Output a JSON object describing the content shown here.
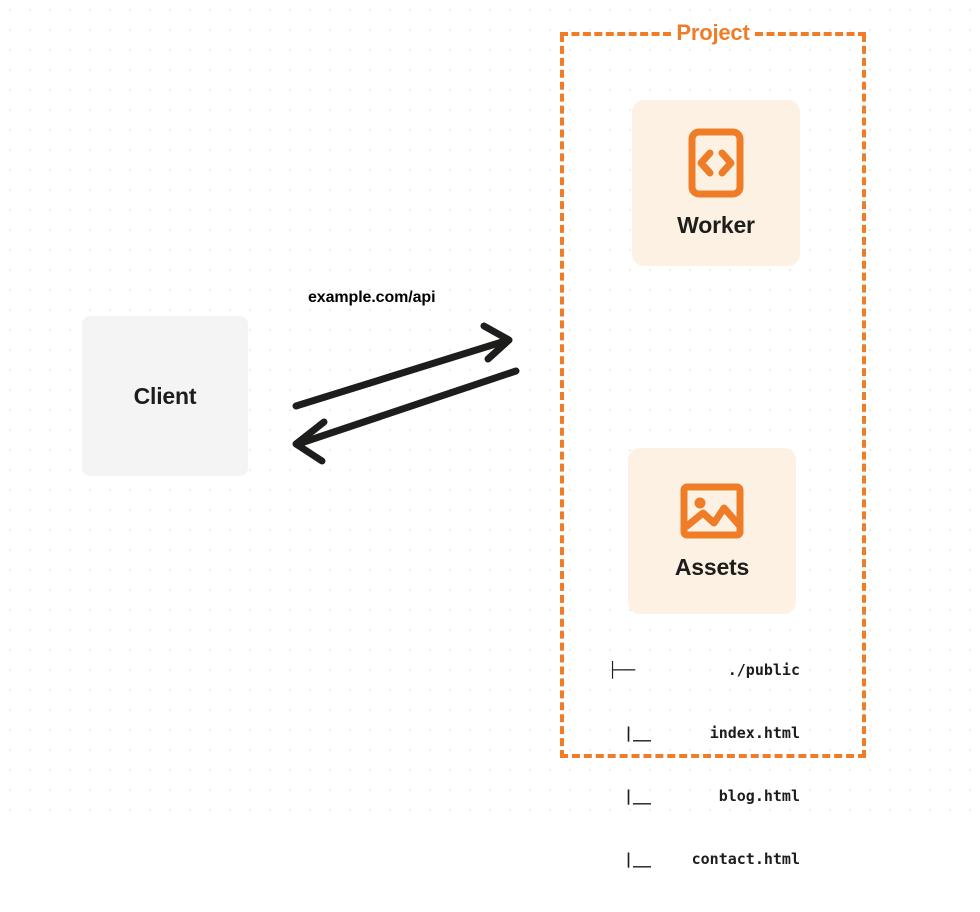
{
  "diagram": {
    "client": {
      "label": "Client",
      "name": "client-node"
    },
    "connection": {
      "label": "example.com/api",
      "request_direction": "client-to-project",
      "response_direction": "project-to-client"
    },
    "project": {
      "title": "Project",
      "border_color": "#ef7d28",
      "cards": [
        {
          "label": "Worker",
          "icon": "code-brackets-icon",
          "background": "#fdf1e3",
          "icon_color": "#ef7d28"
        },
        {
          "label": "Assets",
          "icon": "image-icon",
          "background": "#fdf1e3",
          "icon_color": "#ef7d28"
        }
      ],
      "file_tree": [
        {
          "branch": "├──",
          "name": "./public",
          "depth": 0
        },
        {
          "branch": "|__",
          "name": "index.html",
          "depth": 1
        },
        {
          "branch": "|__",
          "name": "blog.html",
          "depth": 1
        },
        {
          "branch": "|__",
          "name": "contact.html",
          "depth": 1
        }
      ]
    }
  }
}
